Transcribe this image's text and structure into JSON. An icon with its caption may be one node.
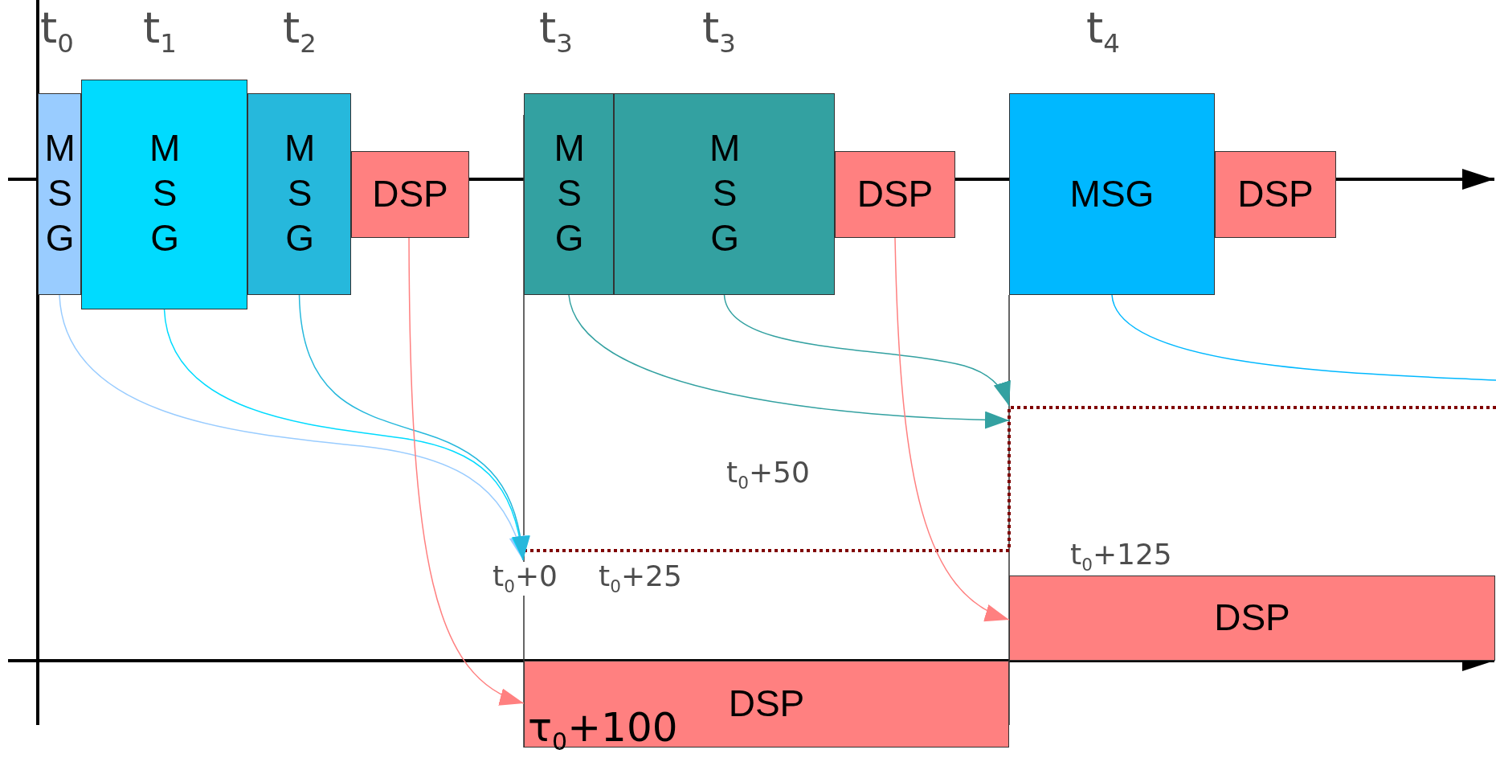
{
  "diagram": {
    "nodes": [
      {
        "text": [
          "MSG"
        ]
      },
      {
        "text": [
          "MSG"
        ]
      },
      {
        "text": [
          "MSG"
        ]
      },
      {
        "text": [
          "DSP"
        ]
      },
      {
        "text": [
          "MSG"
        ]
      },
      {
        "text": [
          "MSG"
        ]
      },
      {
        "text": [
          "DSP"
        ]
      },
      {
        "text": [
          "MSG"
        ]
      },
      {
        "text": [
          "DSP"
        ]
      },
      {
        "text": [
          "DSP"
        ]
      },
      {
        "text": [
          "DSP"
        ]
      },
      {
        "text": [
          "t$_{0}$+0"
        ]
      }
    ],
    "edges": [
      {
        "from": 0,
        "to": 11,
        "arrow": "to",
        "color": "#99ccff"
      },
      {
        "from": 1,
        "to": 11,
        "arrow": "to",
        "color": "#00dbff"
      },
      {
        "from": 2,
        "to": 11,
        "arrow": "to",
        "color": "#26b8dc"
      },
      {
        "from": 3,
        "to": 9,
        "arrow": "to",
        "color": "#ff8080"
      },
      {
        "from": 4,
        "to": null,
        "arrow": "to",
        "color": "#33a1a1"
      },
      {
        "from": 5,
        "to": null,
        "arrow": "to",
        "color": "#33a1a1"
      },
      {
        "from": 6,
        "to": 10,
        "arrow": "to",
        "color": "#ff8080"
      },
      {
        "from": 7,
        "to": null,
        "arrow": "none",
        "color": "#00b8ff"
      }
    ],
    "labels": [
      "t$_{0}$",
      "t$_{1}$",
      "t$_{2}$",
      "t$_{3}$",
      "t$_{3}$",
      "t$_{4}$",
      "t$_{0}$+50",
      "t$_{0}$+25",
      "t$_{0}$+125",
      "τ$_{0}$+100"
    ]
  }
}
